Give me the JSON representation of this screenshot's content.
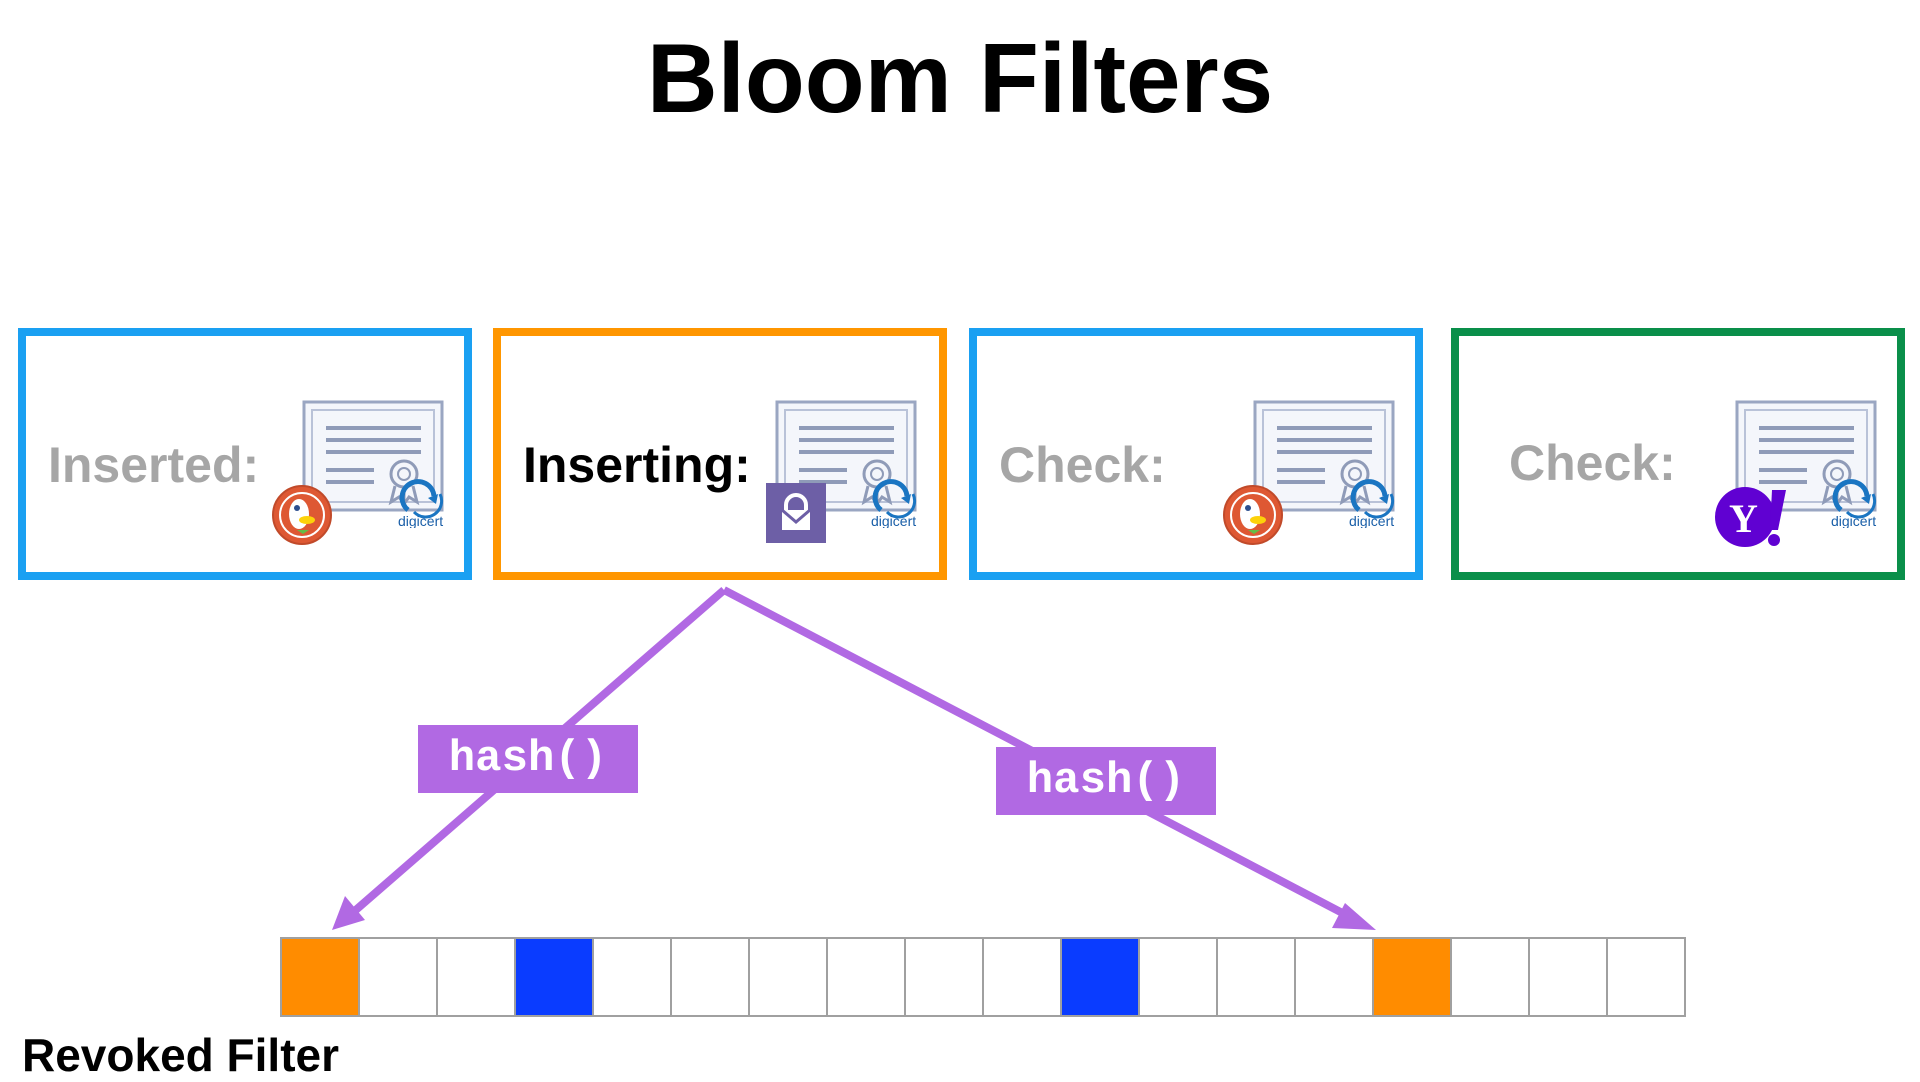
{
  "title": "Bloom Filters",
  "cards": [
    {
      "label": "Inserted:",
      "border_color": "#1aa0f2",
      "site_logo": "duckduckgo-logo",
      "ca_logo": "digicert-logo",
      "ca_name": "digicert",
      "state": "inactive"
    },
    {
      "label": "Inserting:",
      "border_color": "#ff9600",
      "site_logo": "protonmail-logo",
      "ca_logo": "digicert-logo",
      "ca_name": "digicert",
      "state": "active"
    },
    {
      "label": "Check:",
      "border_color": "#1aa0f2",
      "site_logo": "duckduckgo-logo",
      "ca_logo": "digicert-logo",
      "ca_name": "digicert",
      "state": "inactive"
    },
    {
      "label": "Check:",
      "border_color": "#0a8f4a",
      "site_logo": "yahoo-logo",
      "ca_logo": "digicert-logo",
      "ca_name": "digicert",
      "state": "inactive"
    }
  ],
  "hash_labels": [
    "hash()",
    "hash()"
  ],
  "arrow_color": "#b169e3",
  "filter": {
    "label": "Revoked Filter",
    "cells": [
      "orange",
      "empty",
      "empty",
      "blue",
      "empty",
      "empty",
      "empty",
      "empty",
      "empty",
      "empty",
      "blue",
      "empty",
      "empty",
      "empty",
      "orange",
      "empty",
      "empty",
      "empty"
    ],
    "colors": {
      "orange": "#ff8c00",
      "blue": "#0a3cff",
      "empty": "#ffffff"
    }
  }
}
